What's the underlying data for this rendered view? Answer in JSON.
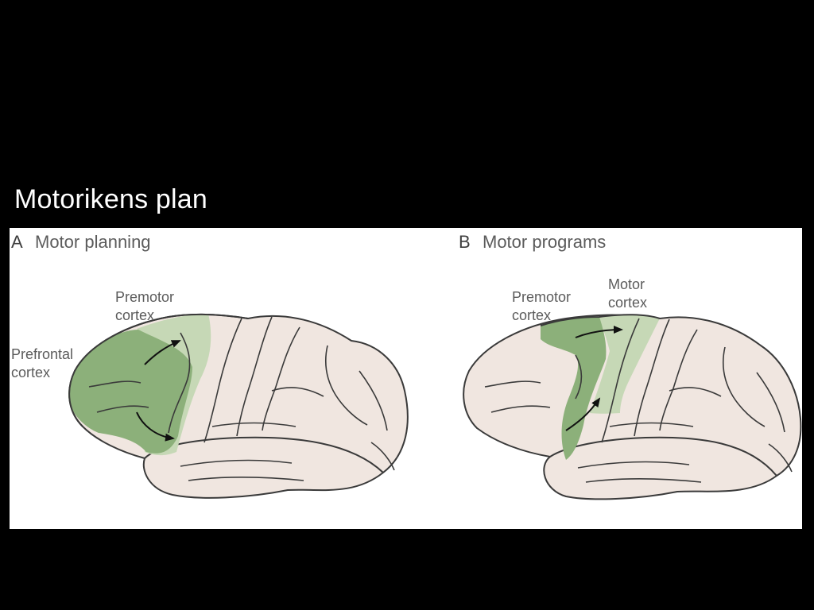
{
  "slide": {
    "title": "Motorikens plan"
  },
  "figure": {
    "panel_a": {
      "letter": "A",
      "heading": "Motor planning",
      "labels": {
        "premotor_line1": "Premotor",
        "premotor_line2": "cortex",
        "prefrontal_line1": "Prefrontal",
        "prefrontal_line2": "cortex"
      },
      "arrows": 2
    },
    "panel_b": {
      "letter": "B",
      "heading": "Motor programs",
      "labels": {
        "premotor_line1": "Premotor",
        "premotor_line2": "cortex",
        "motor_line1": "Motor",
        "motor_line2": "cortex"
      },
      "arrows": 2
    },
    "colors": {
      "background": "#000000",
      "figure_background": "#ffffff",
      "brain_fill": "#f0e6e0",
      "brain_outline": "#3a3a3a",
      "dark_green": "#8cb07a",
      "light_green": "#c6d8b6"
    }
  }
}
